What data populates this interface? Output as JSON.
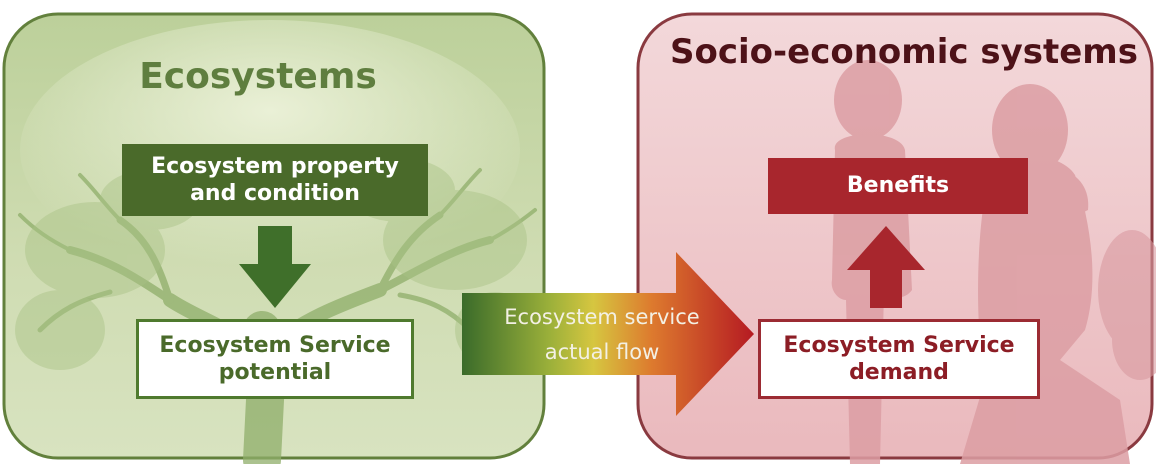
{
  "ecosystems": {
    "title": "Ecosystems",
    "property_box": {
      "line1": "Ecosystem property",
      "line2": "and condition"
    },
    "potential_box": {
      "line1": "Ecosystem Service",
      "line2": "potential"
    }
  },
  "socio_economic": {
    "title": "Socio-economic systems",
    "benefits_box": {
      "label": "Benefits"
    },
    "demand_box": {
      "line1": "Ecosystem Service",
      "line2": "demand"
    }
  },
  "flow": {
    "line1": "Ecosystem service",
    "line2": "actual flow"
  },
  "colors": {
    "eco_panel_bg": "#c8d8a8",
    "eco_panel_border": "#5f7a3a",
    "eco_box_fill": "#4a6a2a",
    "soc_panel_bg": "#f0c8cb",
    "soc_panel_border": "#8a3a40",
    "soc_box_fill": "#a8262d",
    "arrow_green": "#3f6f2a",
    "arrow_yellow": "#c9c34a",
    "arrow_red": "#b31d24"
  }
}
